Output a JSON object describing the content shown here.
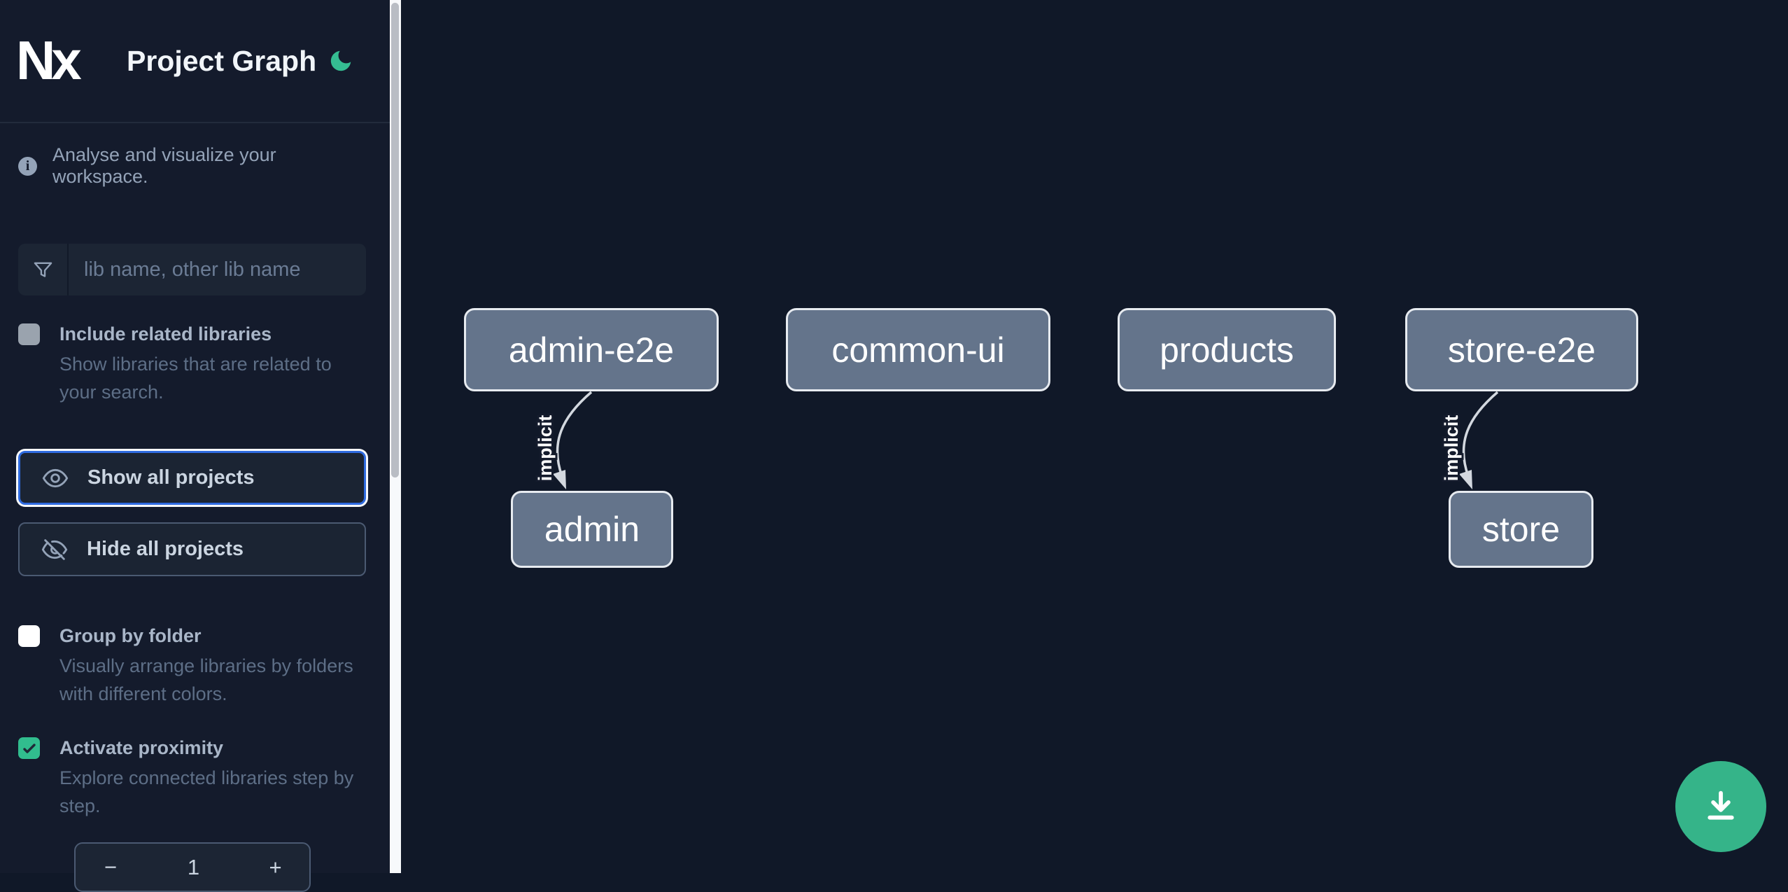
{
  "header": {
    "app_name": "Nx",
    "title": "Project Graph"
  },
  "sidebar": {
    "tagline": "Analyse and visualize your workspace.",
    "search": {
      "placeholder": "lib name, other lib name",
      "value": ""
    },
    "options": [
      {
        "label": "Include related libraries",
        "description": "Show libraries that are related to your search.",
        "checked": false
      },
      {
        "label": "Group by folder",
        "description": "Visually arrange libraries by folders with different colors.",
        "checked": false
      },
      {
        "label": "Activate proximity",
        "description": "Explore connected libraries step by step.",
        "checked": true
      }
    ],
    "buttons": {
      "show_all": "Show all projects",
      "hide_all": "Hide all projects"
    },
    "proximity_stepper": {
      "decrease": "−",
      "value": "1",
      "increase": "+"
    }
  },
  "graph": {
    "nodes": [
      {
        "label": "admin-e2e"
      },
      {
        "label": "common-ui"
      },
      {
        "label": "products"
      },
      {
        "label": "store-e2e"
      },
      {
        "label": "admin"
      },
      {
        "label": "store"
      }
    ],
    "edges": [
      {
        "from": "admin-e2e",
        "to": "admin",
        "label": "implicit"
      },
      {
        "from": "store-e2e",
        "to": "store",
        "label": "implicit"
      }
    ]
  },
  "colors": {
    "accent_green": "#35b489",
    "checkbox_green": "#31bd8e",
    "focus_blue": "#2f6be0",
    "sidebar_bg": "#141b2c",
    "canvas_bg": "#101828",
    "node_fill": "#64748b",
    "node_border": "#e7ebf0",
    "edge": "#d3d8df"
  }
}
